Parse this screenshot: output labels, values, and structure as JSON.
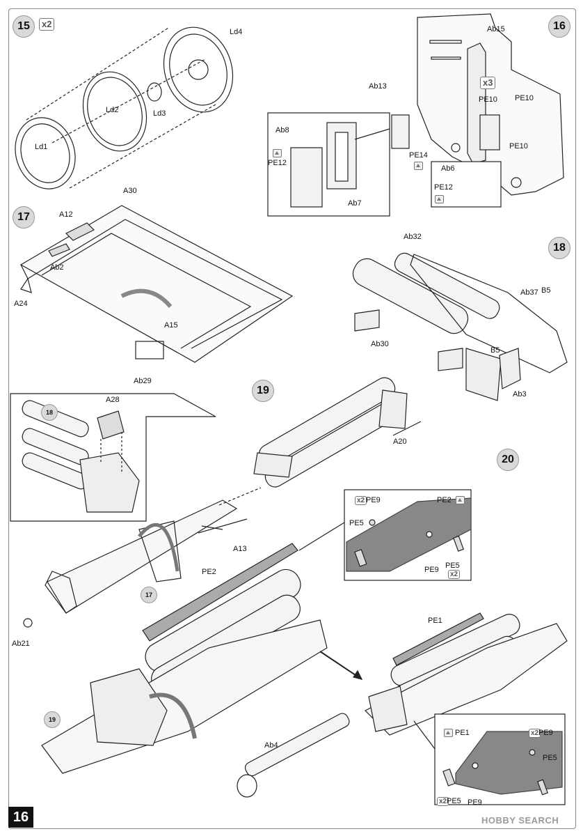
{
  "page": {
    "number": "16",
    "watermark": "HOBBY SEARCH"
  },
  "steps": {
    "s15": {
      "number": "15",
      "multiplier": "x2",
      "labels": {
        "ld4": "Ld4",
        "ld2": "Ld2",
        "ld3": "Ld3",
        "ld1": "Ld1"
      }
    },
    "s16": {
      "number": "16",
      "multiplier": "x3",
      "labels": {
        "ab15": "Ab15",
        "ab13": "Ab13",
        "pe10a": "PE10",
        "pe10b": "PE10",
        "pe10c": "PE10",
        "pe14": "PE14",
        "ab8": "Ab8",
        "pe12a": "PE12",
        "ab7": "Ab7",
        "ab6": "Ab6",
        "pe12b": "PE12"
      }
    },
    "s17": {
      "number": "17",
      "labels": {
        "a30": "A30",
        "a12": "A12",
        "ab2": "Ab2",
        "a24": "A24",
        "a15": "A15",
        "ab29": "Ab29"
      }
    },
    "s18": {
      "number": "18",
      "labels": {
        "ab32": "Ab32",
        "ab37": "Ab37",
        "b5a": "B5",
        "b5b": "B5",
        "ab30": "Ab30",
        "ab3": "Ab3"
      }
    },
    "s19": {
      "number": "19",
      "labels": {
        "a28": "A28",
        "a20": "A20",
        "a13": "A13",
        "ab21": "Ab21"
      },
      "refs": {
        "r18": "18",
        "r17": "17"
      }
    },
    "s20": {
      "number": "20",
      "labels": {
        "pe2": "PE2",
        "pe9a": "PE9",
        "pe2b": "PE2",
        "pe5a": "PE5",
        "pe9b": "PE9",
        "pe5b": "PE5",
        "pe1": "PE1",
        "ab4": "Ab4",
        "pe1b": "PE1",
        "pe9c": "PE9",
        "pe5c": "PE5",
        "pe5d": "PE5",
        "pe9d": "PE9"
      },
      "multipliers": {
        "m1": "x2",
        "m2": "x2",
        "m3": "x2",
        "m4": "x2"
      },
      "refs": {
        "r19": "19"
      }
    }
  }
}
